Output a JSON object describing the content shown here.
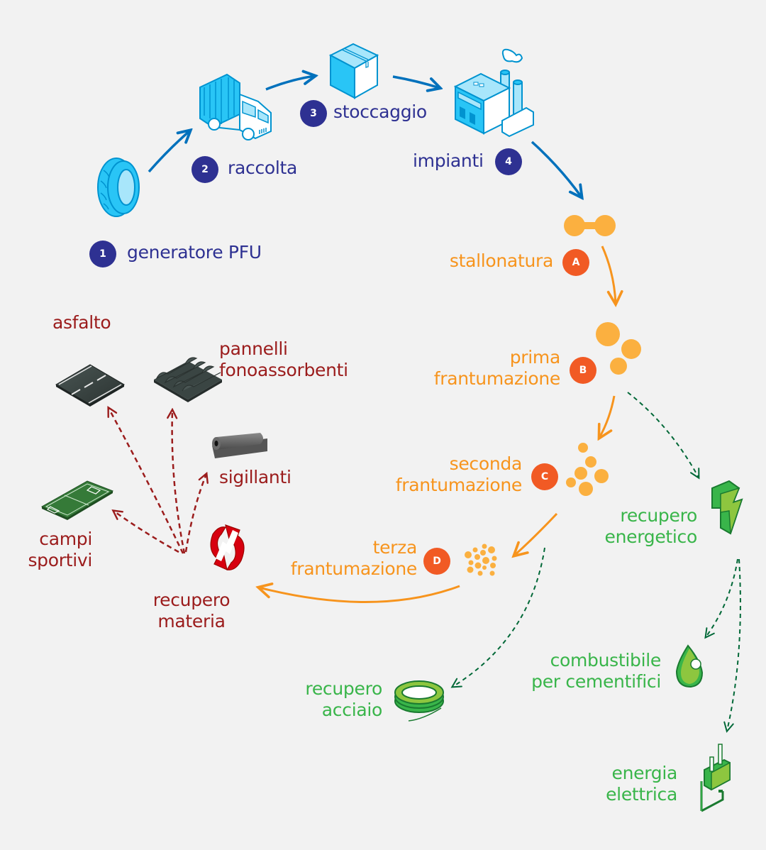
{
  "colors": {
    "background": "#f2f2f2",
    "collection_blue": "#2e3192",
    "arrow_blue": "#0071bc",
    "icon_cyan": "#29c5f6",
    "process_orange": "#f7941d",
    "badge_orange": "#f15a24",
    "granule_yellow": "#fbb040",
    "material_red": "#9b1c1c",
    "recycle_red": "#d7000f",
    "energy_green": "#39b54a",
    "dash_green": "#006837"
  },
  "collection_steps": [
    {
      "num": "1",
      "label": "generatore PFU",
      "icon": "tire-icon"
    },
    {
      "num": "2",
      "label": "raccolta",
      "icon": "truck-icon"
    },
    {
      "num": "3",
      "label": "stoccaggio",
      "icon": "box-icon"
    },
    {
      "num": "4",
      "label": "impianti",
      "icon": "factory-icon"
    }
  ],
  "process_steps": [
    {
      "letter": "A",
      "lines": [
        "stallonatura"
      ],
      "icon": "debeading-granule-icon"
    },
    {
      "letter": "B",
      "lines": [
        "prima",
        "frantumazione"
      ],
      "icon": "coarse-granules-icon"
    },
    {
      "letter": "C",
      "lines": [
        "seconda",
        "frantumazione"
      ],
      "icon": "medium-granules-icon"
    },
    {
      "letter": "D",
      "lines": [
        "terza",
        "frantumazione"
      ],
      "icon": "fine-granules-icon"
    }
  ],
  "material_recovery": {
    "lines": [
      "recupero",
      "materia"
    ],
    "icon": "recycle-icon",
    "uses": [
      {
        "lines": [
          "asfalto"
        ],
        "icon": "asphalt-icon"
      },
      {
        "lines": [
          "pannelli",
          "fonoassorbenti"
        ],
        "icon": "acoustic-panel-icon"
      },
      {
        "lines": [
          "sigillanti"
        ],
        "icon": "sealant-roll-icon"
      },
      {
        "lines": [
          "campi",
          "sportivi"
        ],
        "icon": "sports-field-icon"
      }
    ]
  },
  "energy_recovery": {
    "lines": [
      "recupero",
      "energetico"
    ],
    "icon": "lightning-icon",
    "uses": [
      {
        "lines": [
          "combustibile",
          "per cementifici"
        ],
        "icon": "fuel-drop-icon"
      },
      {
        "lines": [
          "energia",
          "elettrica"
        ],
        "icon": "plug-icon"
      }
    ]
  },
  "steel_recovery": {
    "lines": [
      "recupero",
      "acciaio"
    ],
    "icon": "steel-coil-icon"
  }
}
